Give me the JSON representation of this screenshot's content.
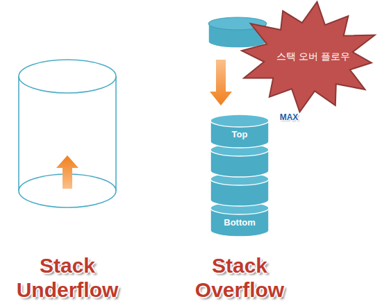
{
  "diagram": {
    "nodes": [
      {
        "text": [
          "스택 오버 플로우"
        ]
      },
      {
        "text": [
          "Top"
        ]
      },
      {
        "text": [
          "Bottom"
        ]
      }
    ],
    "labels": [
      "MAX",
      "Stack Underflow",
      "Stack Overflow"
    ]
  }
}
